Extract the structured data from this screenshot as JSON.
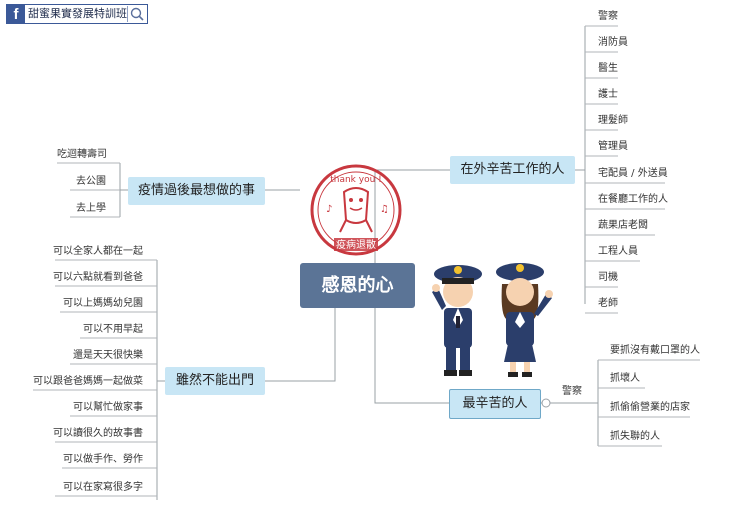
{
  "header": {
    "fb_logo": "f",
    "page_name": "甜蜜果實發展特訓班",
    "search_icon": "search-icon"
  },
  "central": {
    "label": "感恩的心"
  },
  "stamp": {
    "top_text": "thank you !",
    "bottom_text": "疫病退散"
  },
  "branches": {
    "outside": {
      "label": "在外辛苦工作的人",
      "items": [
        "警察",
        "消防員",
        "醫生",
        "護士",
        "理髮師",
        "管理員",
        "宅配員 / 外送員",
        "在餐廳工作的人",
        "蔬果店老闆",
        "工程人員",
        "司機",
        "老師"
      ]
    },
    "after_epidemic": {
      "label": "疫情過後最想做的事",
      "items": [
        "吃迴轉壽司",
        "去公園",
        "去上學"
      ]
    },
    "cannot_go_out": {
      "label": "雖然不能出門",
      "items": [
        "可以全家人都在一起",
        "可以六點就看到爸爸",
        "可以上媽媽幼兒園",
        "可以不用早起",
        "還是天天很快樂",
        "可以跟爸爸媽媽一起做菜",
        "可以幫忙做家事",
        "可以讀很久的故事書",
        "可以做手作、勞作",
        "可以在家寫很多字"
      ]
    },
    "hardest": {
      "label": "最辛苦的人",
      "sub_label": "警察",
      "items": [
        "要抓沒有戴口罩的人",
        "抓壞人",
        "抓偷偷營業的店家",
        "抓失聯的人"
      ]
    }
  },
  "colors": {
    "central": "#5b7496",
    "node": "#c8e6f5",
    "line": "#9aa0a6",
    "stamp": "#c8383f",
    "police_blue": "#2b3e6b"
  }
}
